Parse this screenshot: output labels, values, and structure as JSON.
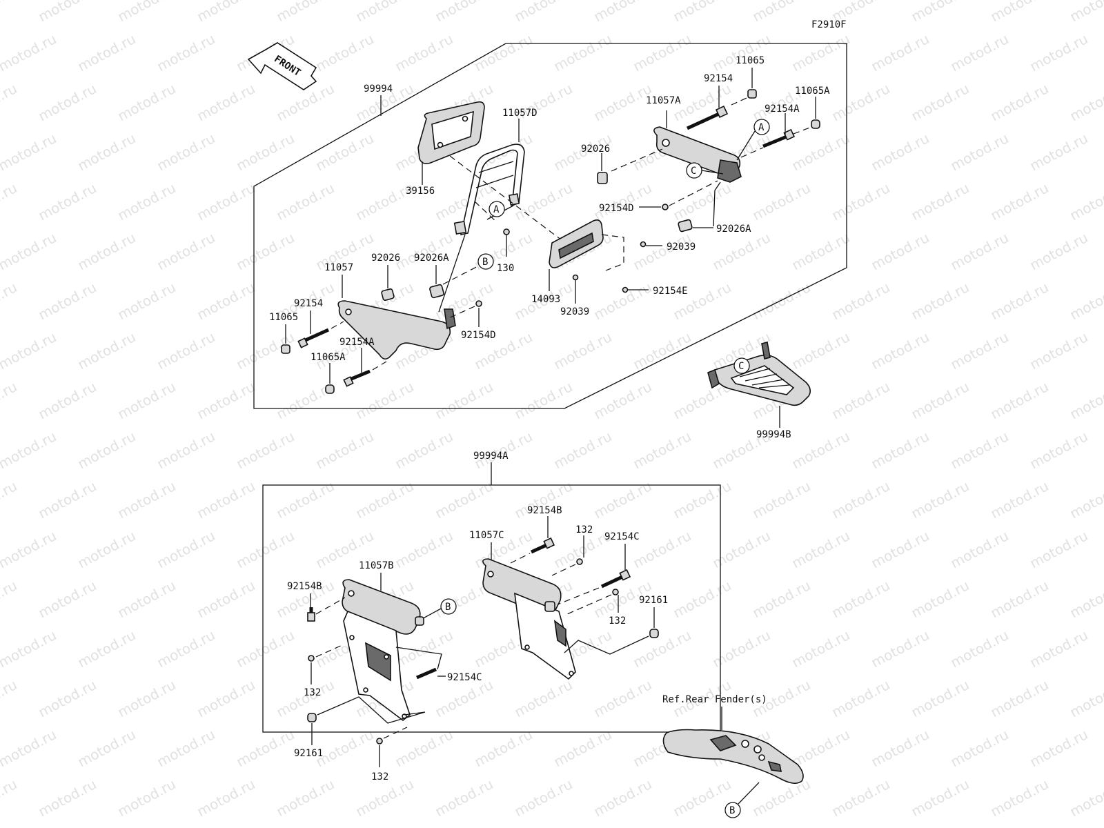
{
  "drawing_code": "F2910F",
  "front_label": "FRONT",
  "watermark": "motod.ru",
  "kits": {
    "upper": "99994",
    "lower": "99994A",
    "rack": "99994B"
  },
  "reference": "Ref.Rear Fender(s)",
  "callouts": {
    "a": "A",
    "b": "B",
    "c": "C"
  },
  "parts": {
    "p11065": "11065",
    "p92154": "92154",
    "p11065A": "11065A",
    "p11057A": "11057A",
    "p92154A": "92154A",
    "p11057D": "11057D",
    "p92026": "92026",
    "p39156": "39156",
    "p92154D": "92154D",
    "p92026A": "92026A",
    "p92039": "92039",
    "p130": "130",
    "p11057": "11057",
    "p14093": "14093",
    "p92154E": "92154E",
    "p92154B": "92154B",
    "p132": "132",
    "p11057C": "11057C",
    "p92154C": "92154C",
    "p11057B": "11057B",
    "p92161": "92161"
  }
}
